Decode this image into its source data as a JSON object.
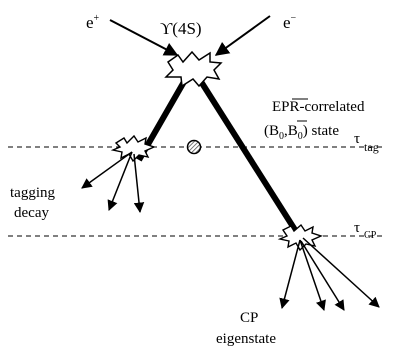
{
  "labels": {
    "positron": "e",
    "positron_charge": "+",
    "electron": "e",
    "electron_charge": "−",
    "resonance": "ϒ(4S)",
    "epr_line1": "EPR-correlated",
    "epr_open": "(B",
    "epr_sub1": "0",
    "epr_mid": ",",
    "epr_B2": "B",
    "epr_sub2": "0",
    "epr_close": ") state",
    "tau_tag_symbol": "τ",
    "tau_tag_sub": "tag",
    "tau_cp_symbol": "τ",
    "tau_cp_sub": "CP",
    "tagging_line1": "tagging",
    "tagging_line2": "decay",
    "cp_line1": "CP",
    "cp_line2": "eigenstate"
  },
  "colors": {
    "ink": "#000000",
    "background": "#ffffff",
    "vertex_fill": "#9a9a9a"
  },
  "icons": {
    "production_vertex": "burst-icon",
    "tag_vertex": "burst-icon",
    "cp_vertex": "burst-icon",
    "oscillation_point": "hatched-circle-icon"
  }
}
